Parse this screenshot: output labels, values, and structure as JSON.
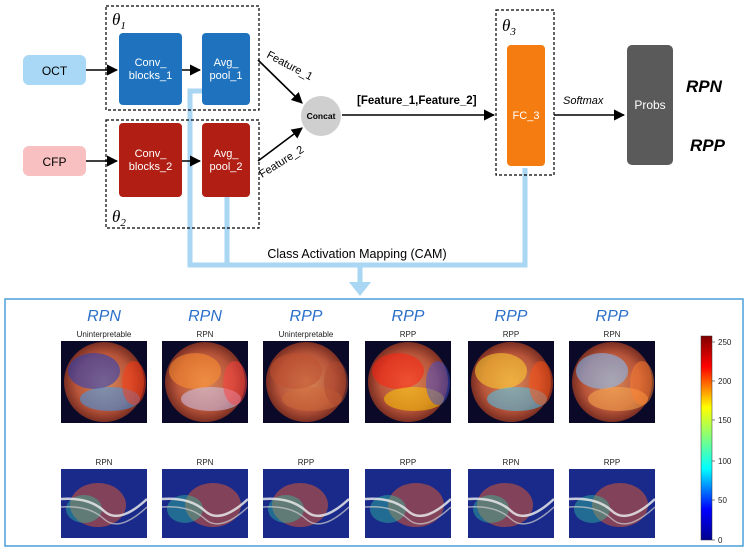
{
  "inputs": {
    "oct": "OCT",
    "cfp": "CFP"
  },
  "branches": {
    "top": {
      "theta": "θ",
      "theta_sub": "1",
      "conv": [
        "Conv_",
        "blocks_1"
      ],
      "pool": [
        "Avg_",
        "pool_1"
      ]
    },
    "bottom": {
      "theta": "θ",
      "theta_sub": "2",
      "conv": [
        "Conv_",
        "blocks_2"
      ],
      "pool": [
        "Avg_",
        "pool_2"
      ]
    }
  },
  "features": {
    "f1": "Feature_1",
    "f2": "Feature_2",
    "concat": "Concat",
    "combined": "[Feature_1,Feature_2]"
  },
  "fc": {
    "theta": "θ",
    "theta_sub": "3",
    "label": "FC_3"
  },
  "softmax": "Softmax",
  "probs": "Probs",
  "outputs": [
    "RPN",
    "RPP"
  ],
  "cam_label": "Class Activation Mapping (CAM)",
  "cam_panel": {
    "columns": [
      {
        "class": "RPN",
        "fundus_label": "Uninterpretable",
        "oct_label": "RPN"
      },
      {
        "class": "RPN",
        "fundus_label": "RPN",
        "oct_label": "RPN"
      },
      {
        "class": "RPP",
        "fundus_label": "Uninterpretable",
        "oct_label": "RPP"
      },
      {
        "class": "RPP",
        "fundus_label": "RPP",
        "oct_label": "RPP"
      },
      {
        "class": "RPP",
        "fundus_label": "RPP",
        "oct_label": "RPN"
      },
      {
        "class": "RPP",
        "fundus_label": "RPN",
        "oct_label": "RPP"
      }
    ],
    "colorbar_ticks": [
      "250",
      "200",
      "150",
      "100",
      "50",
      "0"
    ]
  },
  "colors": {
    "input_oct": "#a8d8f5",
    "input_cfp": "#f8c0c0",
    "conv_blue": "#1f73be",
    "conv_red": "#b01e14",
    "fc": "#f57c10",
    "probs": "#5a5a5a",
    "concat": "#cfcfcf",
    "cam_line": "#a9d6f2",
    "panel_border": "#4a9fd8",
    "class_label": "#2a6fc9"
  }
}
